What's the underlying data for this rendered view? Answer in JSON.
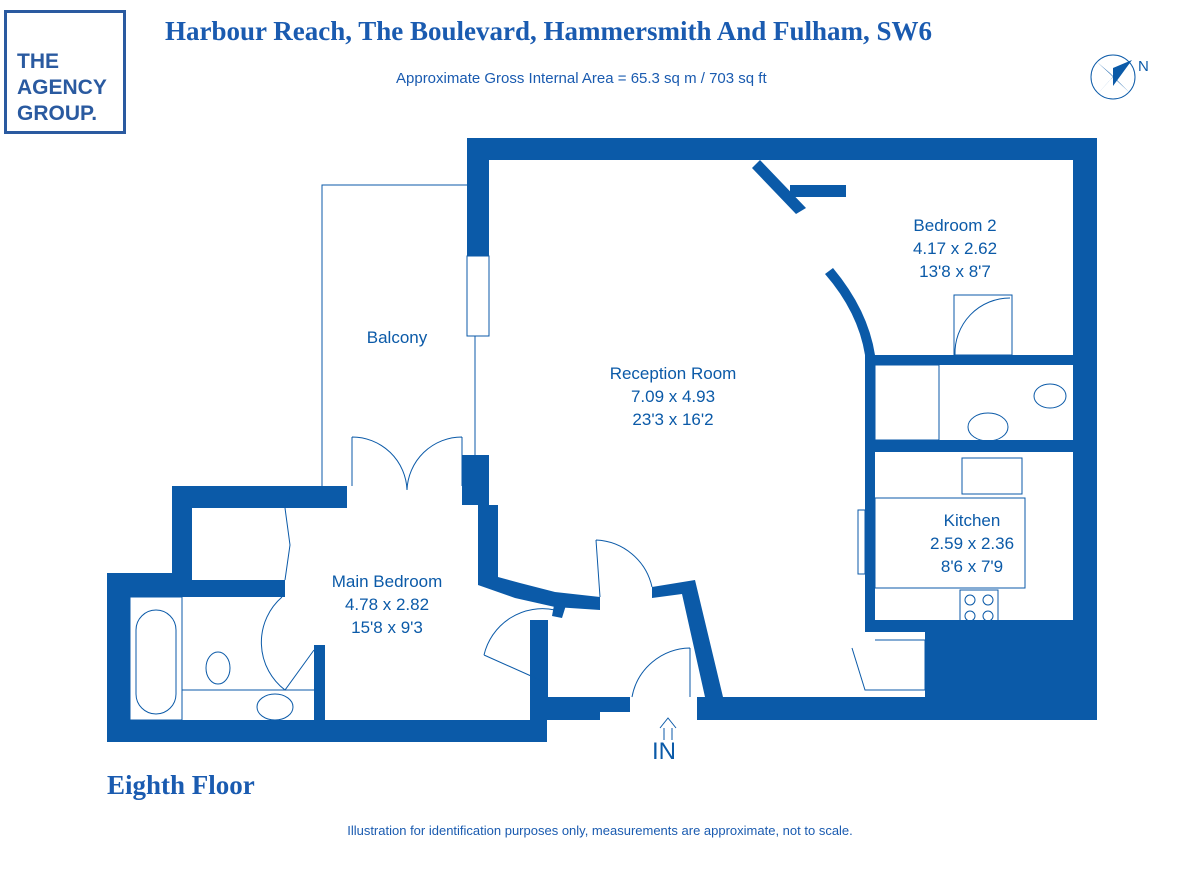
{
  "logo": {
    "lines": [
      "THE",
      "AGENCY",
      "GROUP."
    ]
  },
  "header": {
    "title": "Harbour Reach, The Boulevard, Hammersmith And Fulham, SW6",
    "area": "Approximate Gross Internal Area = 65.3 sq m / 703 sq ft"
  },
  "compass": {
    "label": "N"
  },
  "rooms": [
    {
      "name": "Balcony"
    },
    {
      "name": "Reception Room",
      "metric": "7.09 x 4.93",
      "imperial": "23'3 x 16'2"
    },
    {
      "name": "Bedroom 2",
      "metric": "4.17 x 2.62",
      "imperial": "13'8 x 8'7"
    },
    {
      "name": "Kitchen",
      "metric": "2.59 x 2.36",
      "imperial": "8'6 x 7'9"
    },
    {
      "name": "Main Bedroom",
      "metric": "4.78 x 2.82",
      "imperial": "15'8 x 9'3"
    }
  ],
  "entrance": "IN",
  "floor_label": "Eighth Floor",
  "disclaimer": "Illustration for identification purposes only, measurements are approximate, not to scale.",
  "colors": {
    "wall": "#0b5aa8",
    "text": "#1a5bb0"
  }
}
